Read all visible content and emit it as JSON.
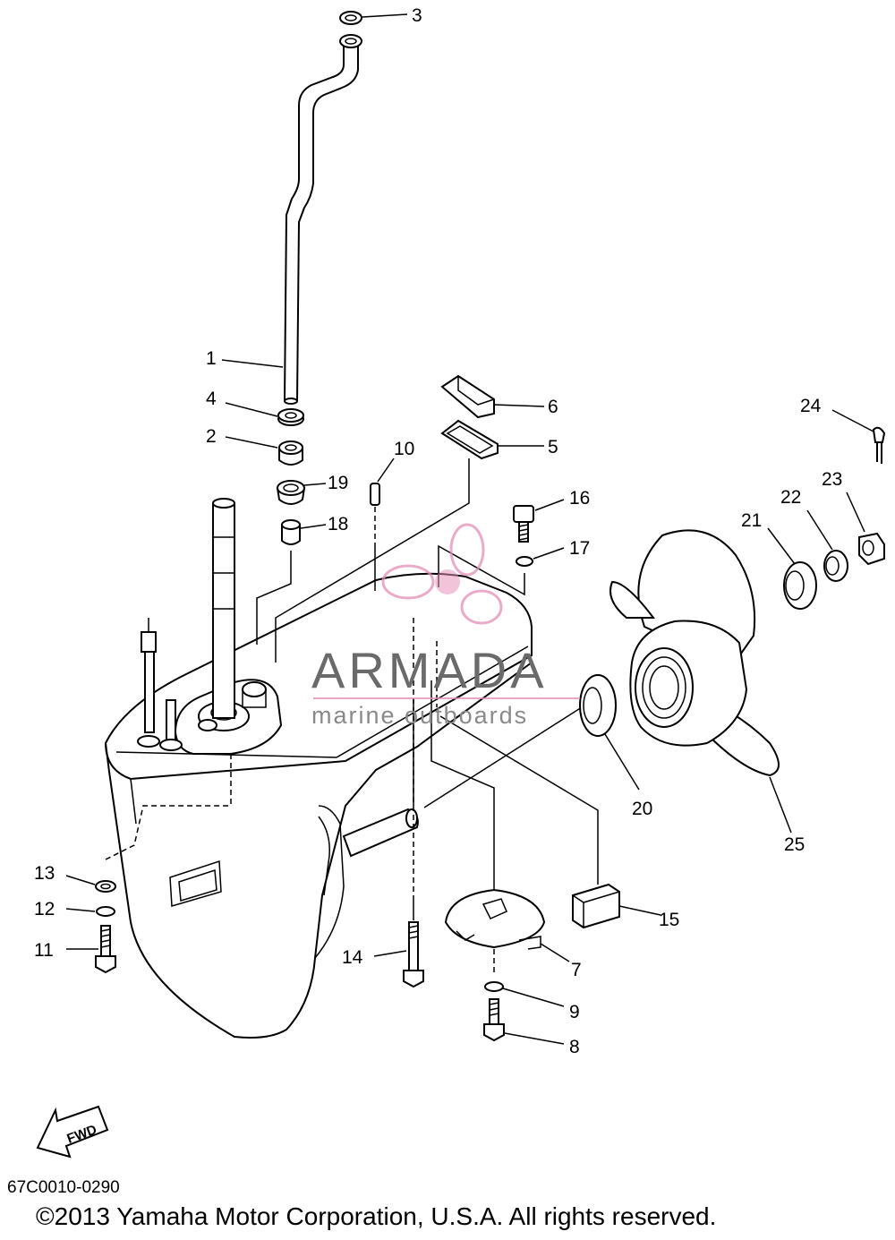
{
  "callouts": [
    "1",
    "2",
    "3",
    "4",
    "5",
    "6",
    "7",
    "8",
    "9",
    "10",
    "11",
    "12",
    "13",
    "14",
    "15",
    "16",
    "17",
    "18",
    "19",
    "20",
    "21",
    "22",
    "23",
    "24",
    "25"
  ],
  "watermark": {
    "brand": "ARMADA",
    "tagline": "marine outboards",
    "accent": "#e48fb6"
  },
  "fwd_label": "FWD",
  "drawing_code": "67C0010-0290",
  "copyright": "©2013 Yamaha Motor Corporation, U.S.A. All rights reserved."
}
